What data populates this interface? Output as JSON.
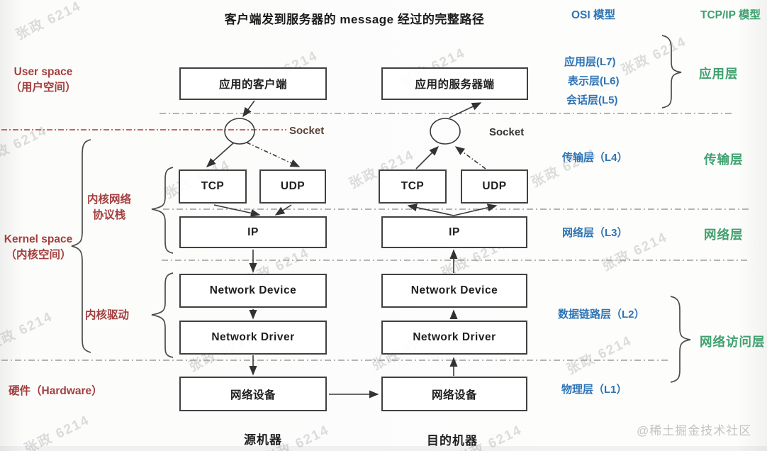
{
  "title": "客户端发到服务器的 message 经过的完整路径",
  "watermark": {
    "text": "张政 6214",
    "credit": "@稀土掘金技术社区"
  },
  "space_labels": {
    "user_space_line1": "User space",
    "user_space_line2": "（用户空间）",
    "kernel_net_line1": "内核网络",
    "kernel_net_line2": "协议栈",
    "kernel_space_line1": "Kernel space",
    "kernel_space_line2": "（内核空间）",
    "kernel_driver": "内核驱动",
    "hardware": "硬件（Hardware）"
  },
  "source_machine": {
    "app": "应用的客户端",
    "socket": "Socket",
    "tcp": "TCP",
    "udp": "UDP",
    "ip": "IP",
    "network_device": "Network Device",
    "network_driver": "Network Driver",
    "nic": "网络设备",
    "caption": "源机器"
  },
  "dest_machine": {
    "app": "应用的服务器端",
    "socket": "Socket",
    "tcp": "TCP",
    "udp": "UDP",
    "ip": "IP",
    "network_device": "Network Device",
    "network_driver": "Network Driver",
    "nic": "网络设备",
    "caption": "目的机器"
  },
  "osi_column": {
    "heading": "OSI 模型",
    "layers": [
      "应用层(L7)",
      "表示层(L6)",
      "会话层(L5)",
      "传输层（L4）",
      "网络层（L3）",
      "数据链路层（L2）",
      "物理层（L1）"
    ]
  },
  "tcpip_column": {
    "heading": "TCP/IP 模型",
    "layers": [
      "应用层",
      "传输层",
      "网络层",
      "网络访问层"
    ]
  },
  "colors": {
    "osi_blue": "#2e74b5",
    "tcpip_green": "#3fa06e",
    "space_red": "#a43f3f"
  }
}
